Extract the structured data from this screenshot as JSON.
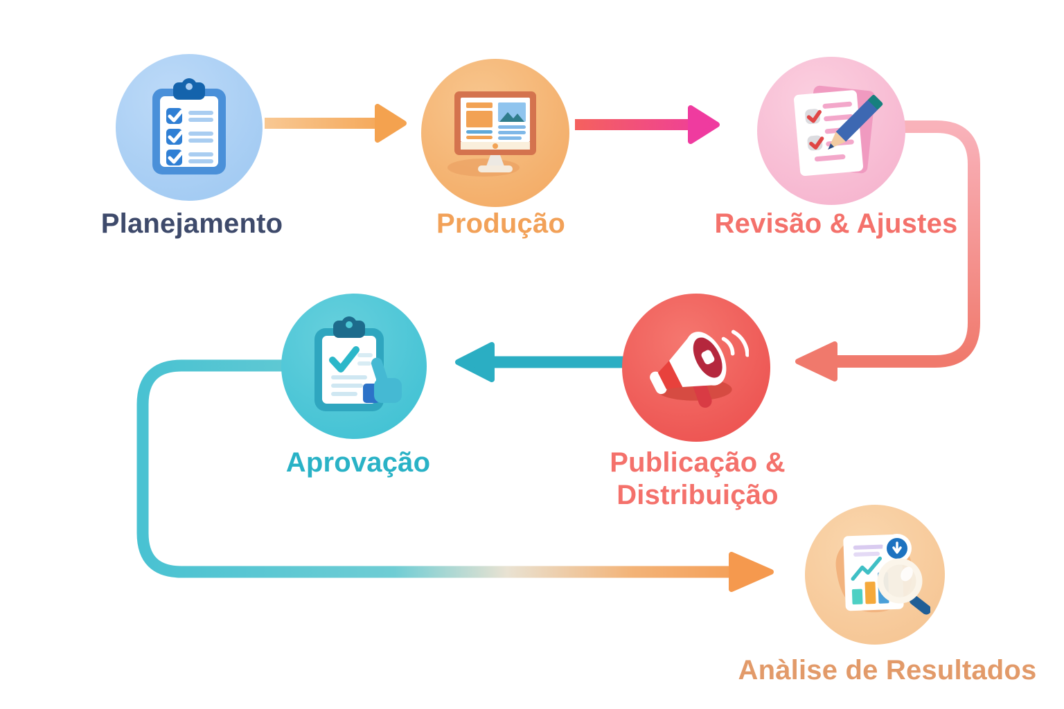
{
  "nodes": {
    "planejamento": {
      "label": "Planejamento",
      "label_color": "#3E4A6B",
      "circle_color": "#A9CEF3",
      "icon": "clipboard-checklist-icon"
    },
    "producao": {
      "label": "Produção",
      "label_color": "#F2A158",
      "circle_color": "#F5B671",
      "icon": "desktop-monitor-icon"
    },
    "revisao": {
      "label": "Revisão & Ajustes",
      "label_color": "#F4716B",
      "circle_color": "#F8C3D8",
      "icon": "document-pencil-icon"
    },
    "publicacao": {
      "label_line1": "Publicação &",
      "label_line2": "Distribuição",
      "label_color": "#F4716B",
      "circle_color": "#F15E58",
      "icon": "megaphone-icon"
    },
    "aprovacao": {
      "label": "Aprovação",
      "label_color": "#29B2C6",
      "circle_color": "#4BC5D5",
      "icon": "clipboard-thumbs-up-icon"
    },
    "analise": {
      "label": "Anàlise de Resultados",
      "label_color": "#E29A69",
      "circle_color": "#F8CDA0",
      "icon": "report-magnifier-icon"
    }
  },
  "connectors": [
    {
      "from": "planejamento",
      "to": "producao",
      "direction": "right",
      "colors": [
        "#F8C893",
        "#F4A24F"
      ]
    },
    {
      "from": "producao",
      "to": "revisao",
      "direction": "right",
      "colors": [
        "#F4615E",
        "#EF3B9F"
      ]
    },
    {
      "from": "revisao",
      "to": "publicacao",
      "direction": "down-then-left",
      "colors": [
        "#F9B2BA",
        "#F0796C"
      ]
    },
    {
      "from": "publicacao",
      "to": "aprovacao",
      "direction": "left",
      "colors": [
        "#2BAEC3",
        "#2BAEC3"
      ]
    },
    {
      "from": "aprovacao",
      "to": "analise",
      "direction": "down-then-right",
      "colors": [
        "#49C2D2",
        "#E9E2D2",
        "#F5994E"
      ]
    }
  ],
  "background_color": "#FFFFFF"
}
